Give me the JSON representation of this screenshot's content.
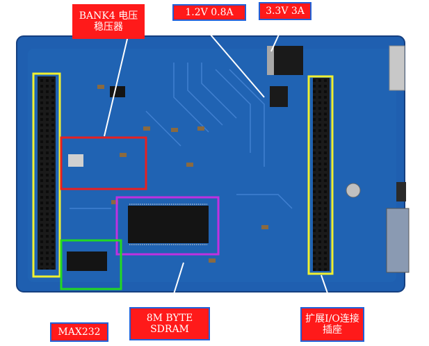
{
  "labels": {
    "bank4": [
      "BANK4 电压",
      "稳压器"
    ],
    "v12": "1.2V 0.8A",
    "v33": "3.3V 3A",
    "max232": "MAX232",
    "sdram": [
      "8M BYTE",
      "SDRAM"
    ],
    "io": [
      "扩展I/O连接",
      "插座"
    ]
  },
  "colors": {
    "board": "#1f5fb0",
    "label_bg": "#ff1a1a",
    "label_border": "#2060d8",
    "callout_line": "#ffffff",
    "box_red": "#e82020",
    "box_magenta": "#c030e0",
    "box_green": "#22d822",
    "box_yellow": "#f0f030"
  }
}
